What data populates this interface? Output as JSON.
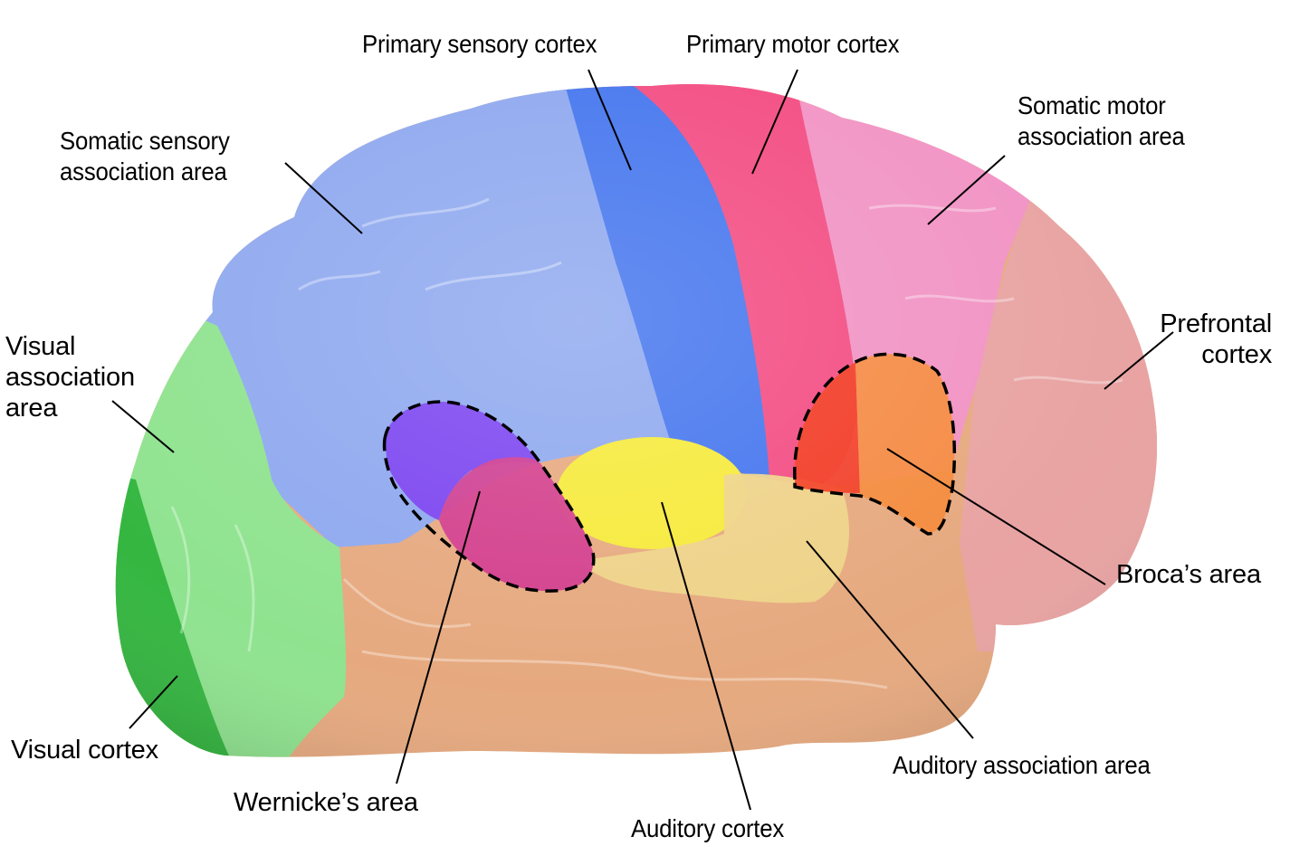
{
  "diagram": {
    "subject": "Lateral view of the human brain cerebral cortex functional areas",
    "regions": [
      {
        "id": "primary-sensory-cortex",
        "label": "Primary sensory cortex",
        "color": "#3f6ef0"
      },
      {
        "id": "primary-motor-cortex",
        "label": "Primary motor cortex",
        "color": "#f2477a"
      },
      {
        "id": "somatic-motor-association-area",
        "label": "Somatic motor\nassociation area",
        "color": "#f08fc0"
      },
      {
        "id": "somatic-sensory-association-area",
        "label": "Somatic sensory\nassociation area",
        "color": "#8ea5ef"
      },
      {
        "id": "visual-association-area",
        "label": "Visual\nassociation\narea",
        "color": "#8ee68e"
      },
      {
        "id": "prefrontal-cortex",
        "label": "Prefrontal\ncortex",
        "color": "#e8a0a0"
      },
      {
        "id": "brocas-area",
        "label": "Broca’s area",
        "color": "#f5701f"
      },
      {
        "id": "visual-cortex",
        "label": "Visual cortex",
        "color": "#33b640"
      },
      {
        "id": "wernickes-area",
        "label": "Wernicke’s area",
        "color": "#c8308a"
      },
      {
        "id": "auditory-cortex",
        "label": "Auditory cortex",
        "color": "#f6ea3a"
      },
      {
        "id": "auditory-association-area",
        "label": "Auditory association area",
        "color": "#eed68a"
      }
    ],
    "temporal_lobe_color": "#e6a97f",
    "outline_style": "dashed"
  }
}
